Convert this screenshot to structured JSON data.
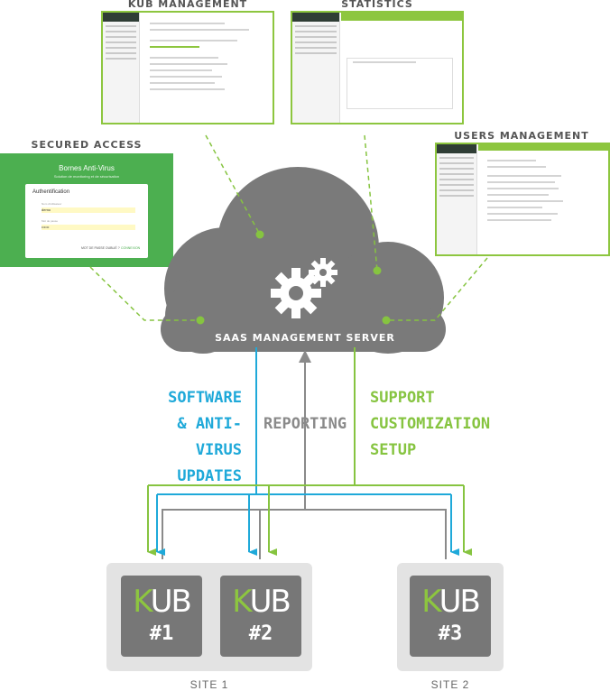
{
  "titles": {
    "kub_management": "KUB MANAGEMENT",
    "statistics": "STATISTICS",
    "secured_access": "SECURED ACCESS",
    "users_management": "USERS MANAGEMENT"
  },
  "login": {
    "app_name": "Bornes Anti-Virus",
    "subtitle": "Solution de monitoring et de sécurisation",
    "auth_title": "Authentification",
    "user_label": "Nom d'utilisateur",
    "user_value": "demo",
    "pass_label": "Mot de passe",
    "pass_value": "••••••",
    "forgot": "MOT DE PASSE OUBLIÉ ?",
    "connect": "CONNEXION"
  },
  "cloud": {
    "label": "SAAS MANAGEMENT SERVER"
  },
  "flows": {
    "software": [
      "SOFTWARE",
      "& ANTI-VIRUS",
      "UPDATES"
    ],
    "reporting": "REPORTING",
    "support": [
      "SUPPORT",
      "CUSTOMIZATION",
      "SETUP"
    ]
  },
  "devices": [
    {
      "word_k": "K",
      "word_rest": "UB",
      "number": "#1"
    },
    {
      "word_k": "K",
      "word_rest": "UB",
      "number": "#2"
    },
    {
      "word_k": "K",
      "word_rest": "UB",
      "number": "#3"
    }
  ],
  "sites": [
    "SITE 1",
    "SITE 2"
  ],
  "colors": {
    "blue": "#1fa9d9",
    "green": "#86c440",
    "grey": "#8a8a8a",
    "cloud": "#7a7a7a"
  }
}
